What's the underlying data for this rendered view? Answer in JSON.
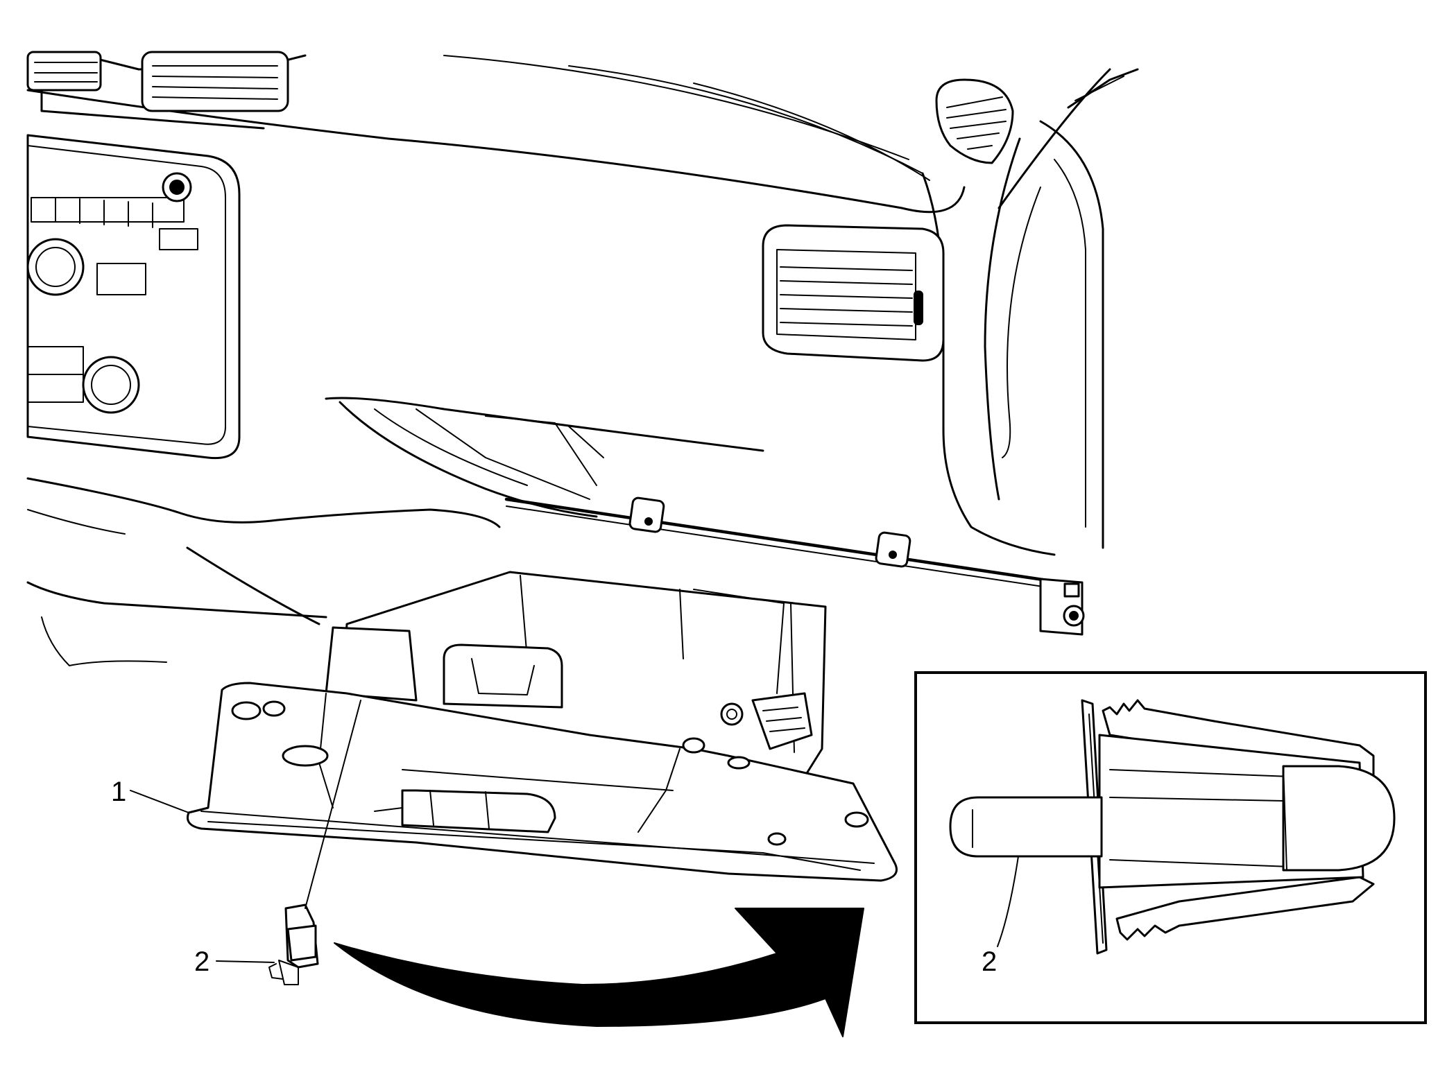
{
  "callouts": {
    "glove_box": "1",
    "bumper_main": "2",
    "bumper_detail": "2"
  }
}
